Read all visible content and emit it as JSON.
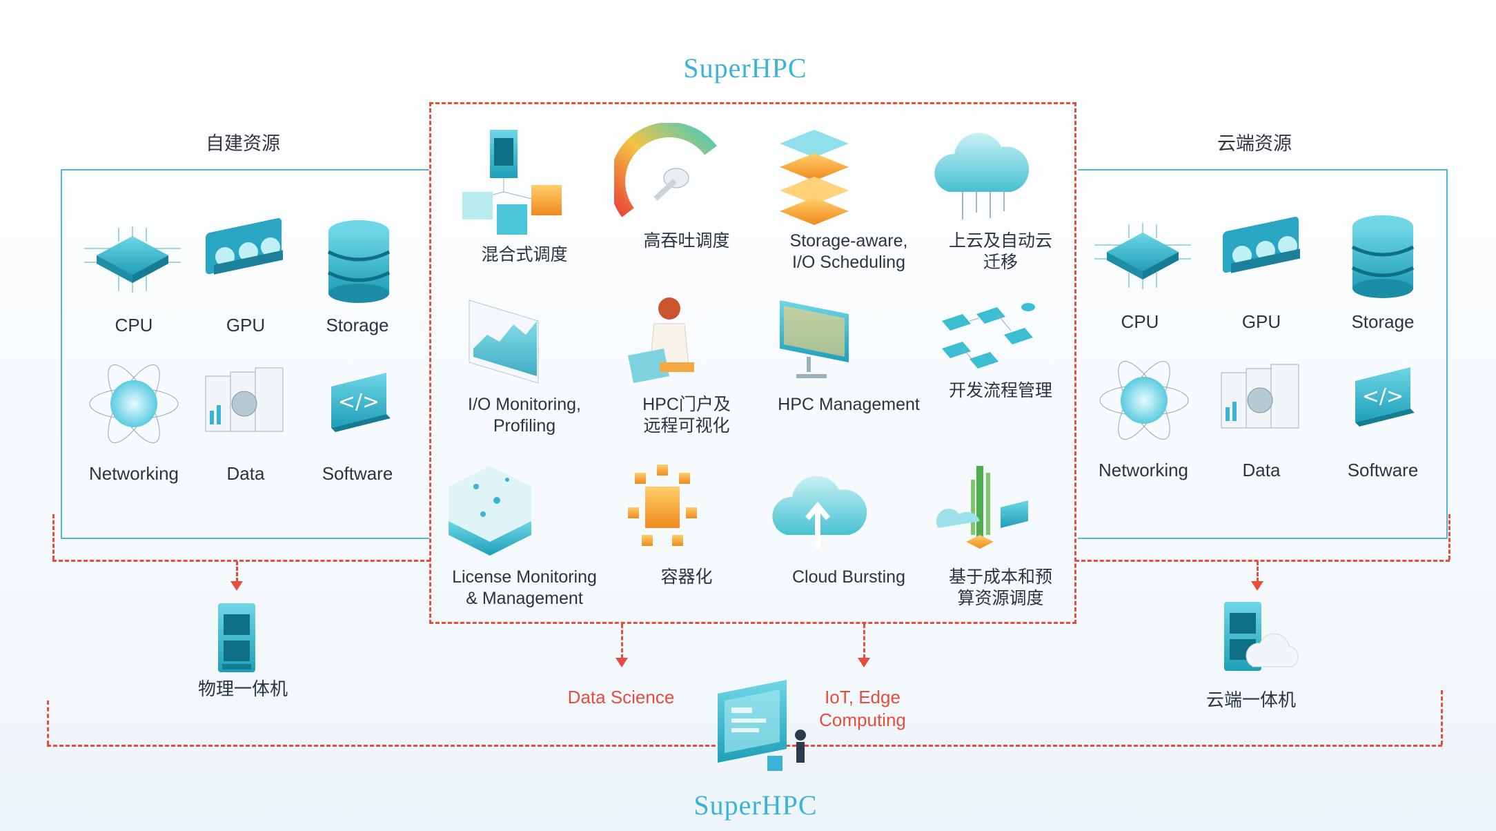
{
  "title_top": "SuperHPC",
  "title_bottom": "SuperHPC",
  "left_panel": {
    "title": "自建资源",
    "items": [
      "CPU",
      "GPU",
      "Storage",
      "Networking",
      "Data",
      "Software"
    ],
    "bottom_label": "物理一体机"
  },
  "right_panel": {
    "title": "云端资源",
    "items": [
      "CPU",
      "GPU",
      "Storage",
      "Networking",
      "Data",
      "Software"
    ],
    "bottom_label": "云端一体机"
  },
  "center": {
    "features": [
      "混合式调度",
      "高吞吐调度",
      "Storage-aware,\nI/O Scheduling",
      "上云及自动云\n迁移",
      "I/O Monitoring,\nProfiling",
      "HPC门户及\n远程可视化",
      "HPC Management",
      "开发流程管理",
      "License Monitoring\n& Management",
      "容器化",
      "Cloud Bursting",
      "基于成本和预\n算资源调度"
    ]
  },
  "outputs": {
    "data_science": "Data Science",
    "iot_edge": "IoT, Edge\nComputing"
  },
  "colors": {
    "accent": "#3bb3d6",
    "dashed": "#e74c3c",
    "border": "#4db6d9"
  }
}
